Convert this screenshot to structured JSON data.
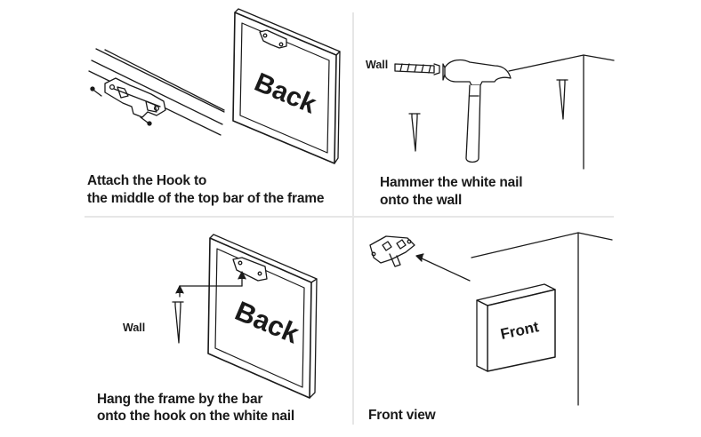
{
  "panels": {
    "attach": {
      "caption_line1": "Attach the Hook to",
      "caption_line2": "the middle of the top bar of the frame",
      "frame_text": "Back"
    },
    "hammer": {
      "caption_line1": "Hammer the white nail",
      "caption_line2": "onto the wall",
      "wall_label": "Wall"
    },
    "hang": {
      "caption_line1": "Hang the frame by the bar",
      "caption_line2": "onto the hook on the white nail",
      "wall_label": "Wall",
      "frame_text": "Back"
    },
    "front": {
      "caption": "Front view",
      "frame_text": "Front"
    }
  },
  "colors": {
    "line": "#1a1a1a",
    "divider": "#e6e6e6",
    "frame_fill": "#ffffff"
  },
  "icons": [
    "sawtooth-hook-icon",
    "nail-icon",
    "screw-icon",
    "hammer-icon",
    "picture-frame-icon",
    "arrow-icon"
  ]
}
